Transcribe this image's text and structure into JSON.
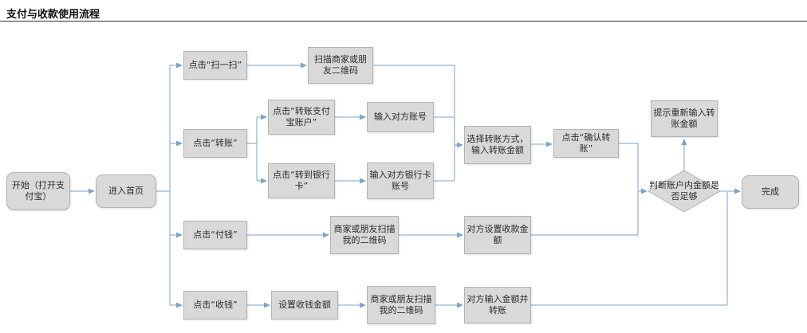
{
  "title": "支付与收款使用流程",
  "colors": {
    "node_fill": "#d9d9d9",
    "node_border": "#b3b3b3",
    "connector": "#7aa5cb"
  },
  "nodes": {
    "start": "开始（打开支付宝）",
    "enter_home": "进入首页",
    "click_scan": "点击“扫一扫”",
    "scan_qr": "扫描商家或朋友二维码",
    "click_transfer": "点击“转账”",
    "transfer_alipay": "点击“转账支付宝账户”",
    "enter_account": "输入对方账号",
    "transfer_bank": "点击“转到银行卡”",
    "enter_bank": "输入对方银行卡账号",
    "choose_method": "选择转账方式，输入转账金额",
    "confirm_transfer": "点击“确认转账”",
    "click_pay": "点击“付钱”",
    "pay_scan": "商家或朋友扫描我的二维码",
    "other_set_amount": "对方设置收款金额",
    "click_receive": "点击“收钱”",
    "set_receive_amount": "设置收钱金额",
    "receive_scan": "商家或朋友扫描我的二维码",
    "other_transfer": "对方输入金额并转账",
    "judge_balance": "判断账户内金额是否足够",
    "retry_hint": "提示重新输入转账金额",
    "done": "完成"
  },
  "edges": [
    {
      "from": "start",
      "to": "enter_home"
    },
    {
      "from": "enter_home",
      "to": "click_scan"
    },
    {
      "from": "enter_home",
      "to": "click_transfer"
    },
    {
      "from": "enter_home",
      "to": "click_pay"
    },
    {
      "from": "enter_home",
      "to": "click_receive"
    },
    {
      "from": "click_scan",
      "to": "scan_qr"
    },
    {
      "from": "scan_qr",
      "to": "choose_method"
    },
    {
      "from": "click_transfer",
      "to": "transfer_alipay"
    },
    {
      "from": "click_transfer",
      "to": "transfer_bank"
    },
    {
      "from": "transfer_alipay",
      "to": "enter_account"
    },
    {
      "from": "transfer_bank",
      "to": "enter_bank"
    },
    {
      "from": "enter_account",
      "to": "choose_method"
    },
    {
      "from": "enter_bank",
      "to": "choose_method"
    },
    {
      "from": "choose_method",
      "to": "confirm_transfer"
    },
    {
      "from": "confirm_transfer",
      "to": "judge_balance"
    },
    {
      "from": "click_pay",
      "to": "pay_scan"
    },
    {
      "from": "pay_scan",
      "to": "other_set_amount"
    },
    {
      "from": "other_set_amount",
      "to": "judge_balance"
    },
    {
      "from": "click_receive",
      "to": "set_receive_amount"
    },
    {
      "from": "set_receive_amount",
      "to": "receive_scan"
    },
    {
      "from": "receive_scan",
      "to": "other_transfer"
    },
    {
      "from": "other_transfer",
      "to": "done"
    },
    {
      "from": "judge_balance",
      "to": "retry_hint"
    },
    {
      "from": "judge_balance",
      "to": "done"
    }
  ]
}
